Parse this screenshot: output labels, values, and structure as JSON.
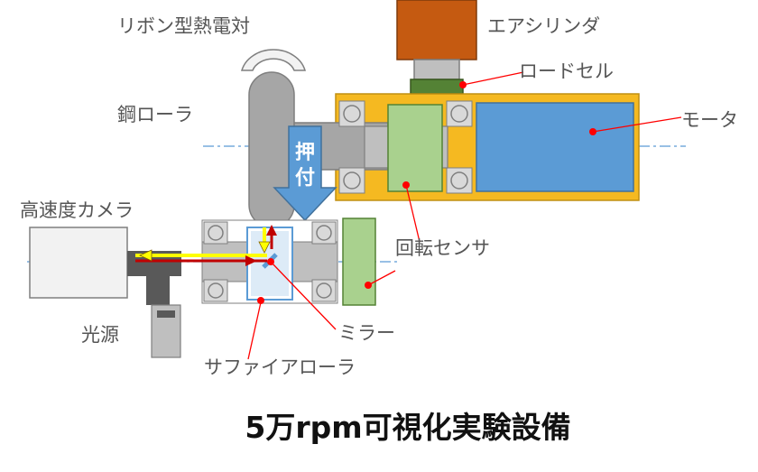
{
  "title": "5万rpm可視化実験設備",
  "labels": {
    "ribbon_thermocouple": "リボン型熱電対",
    "air_cylinder": "エアシリンダ",
    "load_cell": "ロードセル",
    "steel_roller": "鋼ローラ",
    "motor": "モータ",
    "high_speed_camera": "高速度カメラ",
    "rotation_sensor": "回転センサ",
    "light_source": "光源",
    "mirror": "ミラー",
    "sapphire_roller": "サファイアローラ",
    "press_arrow": "押付"
  },
  "colors": {
    "housing_yellow": "#f5b921",
    "motor_blue": "#5b9bd5",
    "sensor_green": "#a9d18e",
    "cylinder_orange": "#c55a11",
    "load_cell_green": "#548235",
    "steel_gray": "#a6a6a6",
    "leader_red": "#ff0000",
    "centerline": "#5b9bd5"
  }
}
